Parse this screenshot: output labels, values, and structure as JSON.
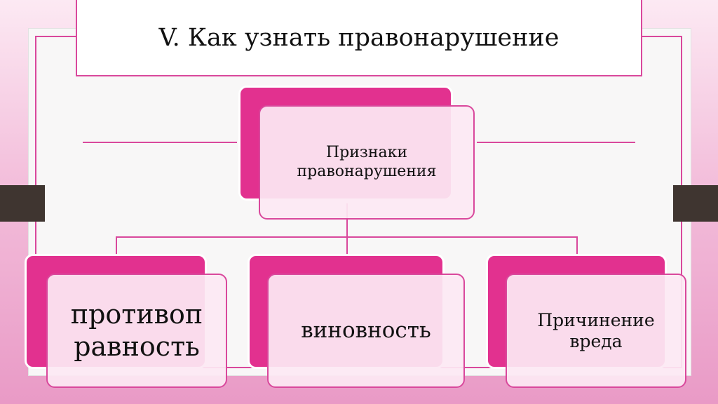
{
  "title": "V. Как узнать правонарушение",
  "root": {
    "line1": "Признаки",
    "line2": "правонарушения"
  },
  "children": [
    {
      "line1": "противоп",
      "line2": "равность"
    },
    {
      "line1": "виновность"
    },
    {
      "line1": "Причинение",
      "line2": "вреда"
    }
  ],
  "colors": {
    "accent": "#e2318f",
    "border": "#d9489c"
  }
}
